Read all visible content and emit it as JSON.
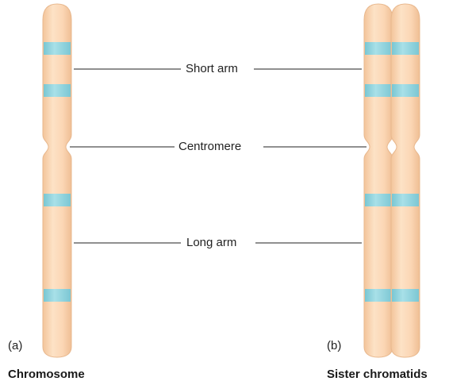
{
  "labels": {
    "short_arm": "Short arm",
    "centromere": "Centromere",
    "long_arm": "Long arm"
  },
  "panels": {
    "a": {
      "letter": "(a)",
      "caption": "Chromosome"
    },
    "b": {
      "letter": "(b)",
      "caption": "Sister chromatids"
    }
  },
  "colors": {
    "chromatid_fill": "#fcd8b6",
    "chromatid_edge": "#e8b88e",
    "band": "#8fd3dd",
    "leader_line": "#222222"
  }
}
